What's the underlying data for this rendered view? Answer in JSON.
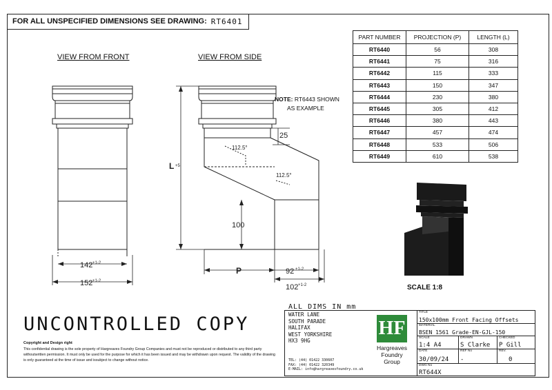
{
  "header": {
    "text": "FOR ALL UNSPECIFIED DIMENSIONS SEE DRAWING:",
    "ref": "RT6401"
  },
  "views": {
    "front": "VIEW FROM FRONT",
    "side": "VIEW FROM SIDE"
  },
  "note": {
    "bold": "NOTE:",
    "line1": "RT6443 SHOWN",
    "line2": "AS EXAMPLE"
  },
  "dims": {
    "L": "L",
    "L_tol": "+5",
    "w1": "142",
    "w1_tol": "+1-2",
    "w2": "152",
    "w2_tol": "+1-2",
    "P": "P",
    "d92": "92",
    "d92_tol": "+1-2",
    "d102": "102",
    "d102_tol": "+1-2",
    "d25": "25",
    "d100": "100",
    "a1": "112.5°",
    "a2": "112.5°"
  },
  "table": {
    "headers": [
      "PART NUMBER",
      "PROJECTION (P)",
      "LENGTH (L)"
    ],
    "rows": [
      [
        "RT6440",
        "56",
        "308"
      ],
      [
        "RT6441",
        "75",
        "316"
      ],
      [
        "RT6442",
        "115",
        "333"
      ],
      [
        "RT6443",
        "150",
        "347"
      ],
      [
        "RT6444",
        "230",
        "380"
      ],
      [
        "RT6445",
        "305",
        "412"
      ],
      [
        "RT6446",
        "380",
        "443"
      ],
      [
        "RT6447",
        "457",
        "474"
      ],
      [
        "RT6448",
        "533",
        "506"
      ],
      [
        "RT6449",
        "610",
        "538"
      ]
    ]
  },
  "scale": "SCALE 1:8",
  "uncontrolled": "UNCONTROLLED COPY",
  "copyright": {
    "title": "Copyright and Design right",
    "text": "This confidential drawing is the sole property of Hargreaves Foundry Group Companies and must not be reproduced or distributed to any third party withoutwritten permission. It must only be used for the purpose for which it has been issued and may be withdrawn upon request. The validity of the drawing is only guaranteed at the time of issue and issubject to change without notice."
  },
  "all_dims": "ALL DIMS IN mm",
  "address": [
    "WATER LANE",
    "SOUTH PARADE",
    "HALIFAX",
    "WEST YORKSHIRE",
    "HX3 9HG"
  ],
  "contact": [
    "TEL: (44) 01422 330607",
    "FAX: (44) 01422 320349",
    "E-MAIL: info@hargreavesfoundry.co.uk"
  ],
  "logo": {
    "mark": "HF",
    "line1": "Hargreaves",
    "line2": "Foundry",
    "line3": "Group"
  },
  "titleblock": {
    "title_lbl": "TITLE",
    "title": "150x100mm Front Facing Offsets",
    "material_lbl": "MATERIAL",
    "material": "BSEN 1561 Grade-EN-GJL-150",
    "scale_lbl": "SCALE",
    "scale": "1:4  A4",
    "drawn_lbl": "DRAWN",
    "drawn": "S Clarke",
    "checked_lbl": "CHECKED",
    "checked": "P Gill",
    "date_lbl": "DATE",
    "date": "30/09/24",
    "ref_lbl": "REF No",
    "ref": "-",
    "rev_lbl": "REV.",
    "rev": "0",
    "dwg_lbl": "DWG No",
    "dwg": "RT644X"
  }
}
